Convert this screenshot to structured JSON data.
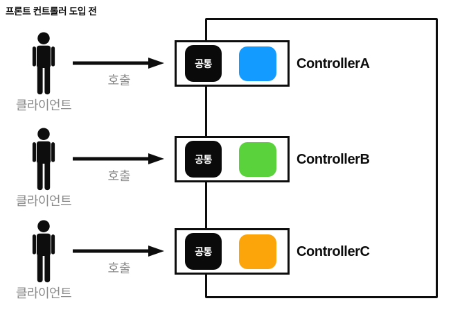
{
  "title": "프론트 컨트롤러 도입 전",
  "colors": {
    "outline_black": "#0d0d0d",
    "badge_black": "#0a0a0a",
    "label_gray": "#8b8b8b",
    "handler_blue": "#149bff",
    "handler_green": "#5ad23c",
    "handler_orange": "#fca50a"
  },
  "icons": {
    "person": "person-icon",
    "arrow": "arrow-right-icon"
  },
  "diagram": {
    "rows": [
      {
        "client_label": "클라이언트",
        "call_label": "호출",
        "common_badge": "공통",
        "controller_name": "ControllerA",
        "handler_color": "#149bff"
      },
      {
        "client_label": "클라이언트",
        "call_label": "호출",
        "common_badge": "공통",
        "controller_name": "ControllerB",
        "handler_color": "#5ad23c"
      },
      {
        "client_label": "클라이언트",
        "call_label": "호출",
        "common_badge": "공통",
        "controller_name": "ControllerC",
        "handler_color": "#fca50a"
      }
    ]
  }
}
